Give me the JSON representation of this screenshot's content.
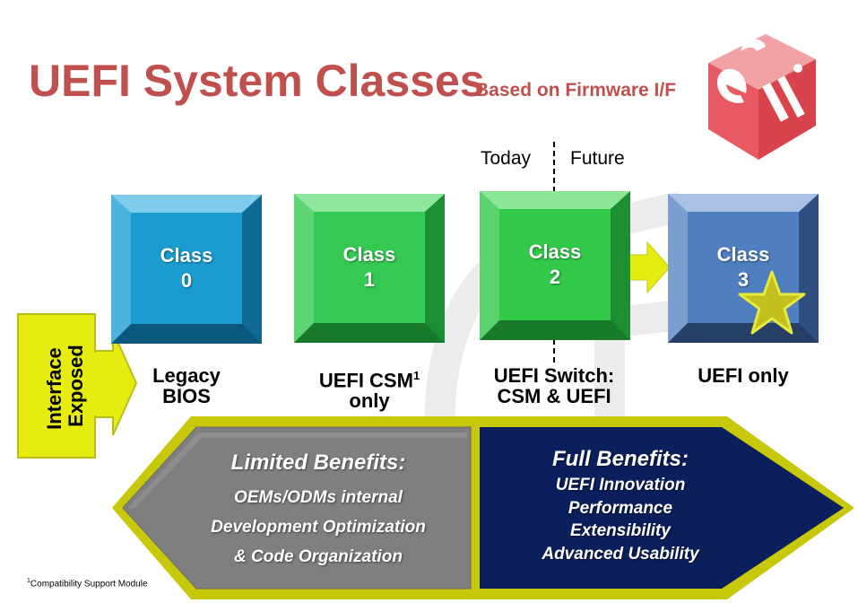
{
  "header": {
    "title": "UEFI System Classes",
    "subtitle": "Based on Firmware I/F"
  },
  "logo": {
    "text": "uefi",
    "color": "#e0555c"
  },
  "timeline": {
    "today": "Today",
    "future": "Future"
  },
  "interface": {
    "line1": "Interface",
    "line2": "Exposed",
    "color": "#e6ec10"
  },
  "classes": [
    {
      "label": "Class",
      "number": "0",
      "desc_line1": "Legacy",
      "desc_line2": "BIOS",
      "color": "#1a9cd0"
    },
    {
      "label": "Class",
      "number": "1",
      "desc_line1": "UEFI CSM",
      "desc_sup": "1",
      "desc_line2": "only",
      "color": "#35c953"
    },
    {
      "label": "Class",
      "number": "2",
      "desc_line1": "UEFI Switch:",
      "desc_line2": "CSM & UEFI",
      "color": "#32c94a"
    },
    {
      "label": "Class",
      "number": "3",
      "desc_line1": "UEFI only",
      "color": "#4f7fc0"
    }
  ],
  "benefits": {
    "limited": {
      "title": "Limited Benefits:",
      "lines": [
        "OEMs/ODMs internal",
        "Development Optimization",
        "& Code Organization"
      ],
      "color": "#7f7f7f"
    },
    "full": {
      "title": "Full Benefits:",
      "lines": [
        "UEFI Innovation",
        "Performance",
        "Extensibility",
        "Advanced Usability"
      ],
      "color": "#0b1f5c"
    },
    "frame_color": "#c8c80a"
  },
  "footnote": {
    "sup": "1",
    "text": "Compatibility Support Module"
  }
}
